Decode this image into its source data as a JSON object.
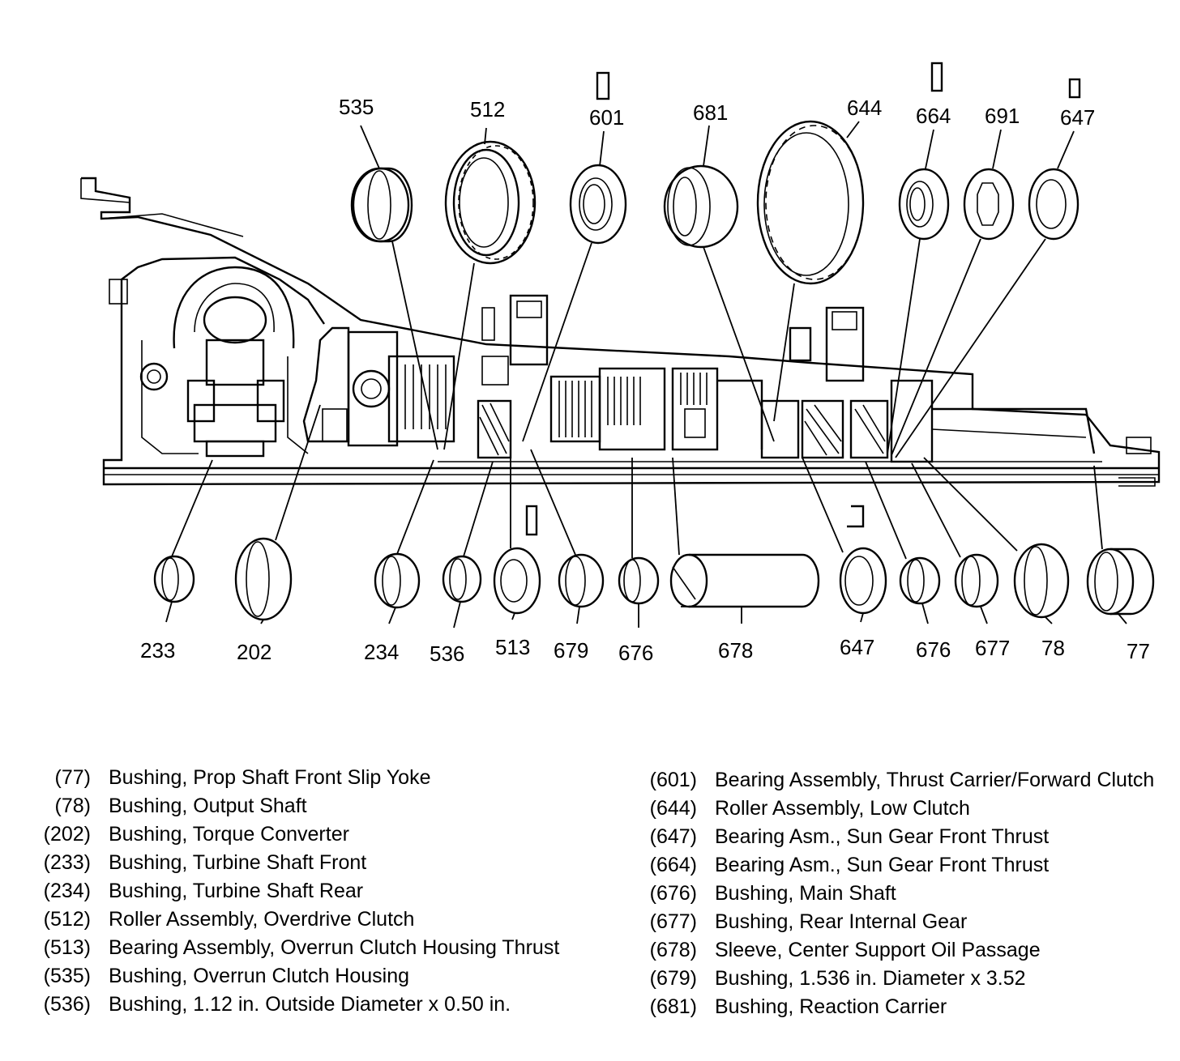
{
  "callouts_top": [
    "535",
    "512",
    "601",
    "681",
    "644",
    "664",
    "691",
    "647"
  ],
  "callouts_bottom": [
    "233",
    "202",
    "234",
    "536",
    "513",
    "679",
    "676",
    "678",
    "647",
    "676",
    "677",
    "78",
    "77"
  ],
  "legend_left": [
    {
      "num": "(77)",
      "desc": "Bushing, Prop Shaft Front Slip Yoke"
    },
    {
      "num": "(78)",
      "desc": "Bushing, Output Shaft"
    },
    {
      "num": "(202)",
      "desc": "Bushing, Torque Converter"
    },
    {
      "num": "(233)",
      "desc": "Bushing, Turbine Shaft Front"
    },
    {
      "num": "(234)",
      "desc": "Bushing, Turbine Shaft Rear"
    },
    {
      "num": "(512)",
      "desc": "Roller Assembly, Overdrive Clutch"
    },
    {
      "num": "(513)",
      "desc": "Bearing Assembly, Overrun Clutch Housing Thrust"
    },
    {
      "num": "(535)",
      "desc": "Bushing, Overrun Clutch Housing"
    },
    {
      "num": "(536)",
      "desc": "Bushing, 1.12 in. Outside Diameter x 0.50 in."
    }
  ],
  "legend_right": [
    {
      "num": "(601)",
      "desc": "Bearing Assembly, Thrust Carrier/Forward Clutch"
    },
    {
      "num": "(644)",
      "desc": "Roller Assembly, Low Clutch"
    },
    {
      "num": "(647)",
      "desc": "Bearing Asm., Sun Gear Front Thrust"
    },
    {
      "num": "(664)",
      "desc": "Bearing Asm., Sun Gear Front Thrust"
    },
    {
      "num": "(676)",
      "desc": "Bushing, Main Shaft"
    },
    {
      "num": "(677)",
      "desc": "Bushing, Rear Internal Gear"
    },
    {
      "num": "(678)",
      "desc": "Sleeve, Center Support Oil Passage"
    },
    {
      "num": "(679)",
      "desc": "Bushing, 1.536 in. Diameter x 3.52"
    },
    {
      "num": "(681)",
      "desc": "Bushing, Reaction Carrier"
    }
  ]
}
